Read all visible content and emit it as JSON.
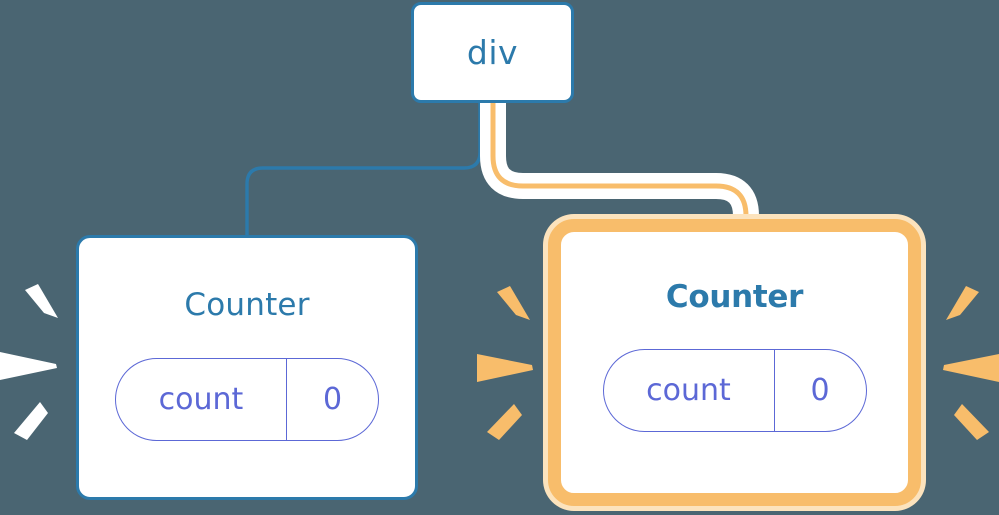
{
  "diagram": {
    "title": "React component re-render highlight diagram",
    "background_color": "#4a6572"
  },
  "colors": {
    "background": "#4a6572",
    "blue_border": "#2c7aab",
    "blue_text": "#2c7aab",
    "orange_highlight": "#f8bd6b",
    "orange_glow": "#fce3bd",
    "pill_purple": "#5c68d6",
    "node_fill": "#ffffff",
    "sparkle_white": "#ffffff",
    "sparkle_orange": "#f8bd6b"
  },
  "nodes": {
    "root": {
      "label": "div",
      "type": "element"
    },
    "counter_left": {
      "title": "Counter",
      "state": {
        "key": "count",
        "value": "0"
      },
      "highlighted": "false"
    },
    "counter_right": {
      "title": "Counter",
      "state": {
        "key": "count",
        "value": "0"
      },
      "highlighted": "true"
    }
  },
  "edges": [
    {
      "name": "edge-root-to-left-counter",
      "from": "div",
      "to": "Counter (left)",
      "color": "#2c7aab",
      "style": "solid"
    },
    {
      "name": "edge-root-to-right-counter",
      "from": "div",
      "to": "Counter (right)",
      "color": "#f8bd6b",
      "style": "solid-with-halo"
    }
  ],
  "sparkle_groups": [
    {
      "name": "sparkles-left-of-left-counter",
      "color": "#ffffff",
      "rays": 3
    },
    {
      "name": "sparkles-right-of-left-counter",
      "color": "#f8bd6b",
      "rays": 3
    },
    {
      "name": "sparkles-right-of-right-counter",
      "color": "#f8bd6b",
      "rays": 3
    }
  ]
}
